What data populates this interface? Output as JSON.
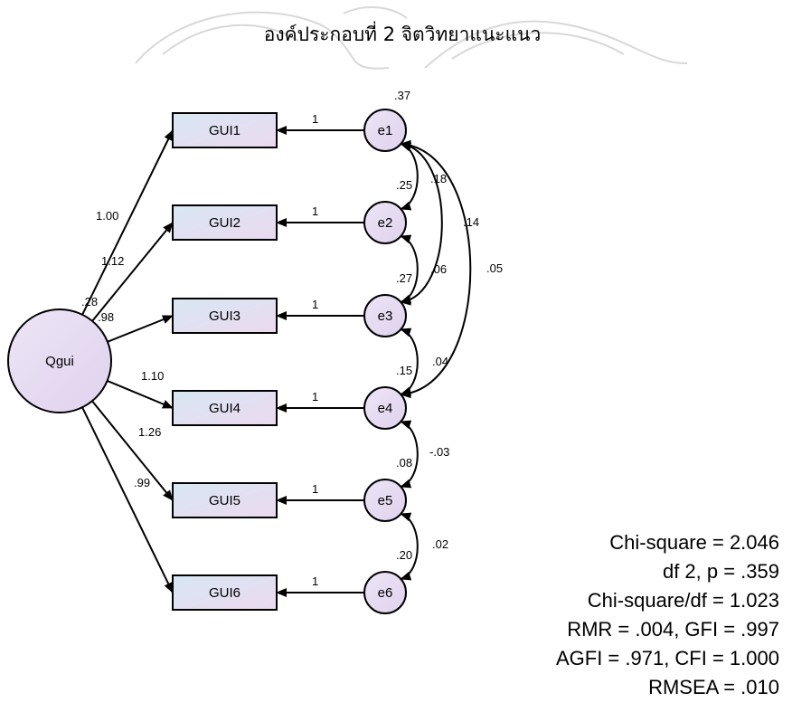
{
  "title": "องค์ประกอบที่ 2 จิตวิทยาแนะแนว",
  "latent": {
    "name": "Qgui",
    "variance": ".28"
  },
  "indicators": [
    {
      "name": "GUI1",
      "loading": "1.00"
    },
    {
      "name": "GUI2",
      "loading": "1.12"
    },
    {
      "name": "GUI3",
      "loading": ".98"
    },
    {
      "name": "GUI4",
      "loading": "1.10"
    },
    {
      "name": "GUI5",
      "loading": "1.26"
    },
    {
      "name": "GUI6",
      "loading": ".99"
    }
  ],
  "errors": [
    {
      "name": "e1",
      "variance": ".37",
      "path_label": "1"
    },
    {
      "name": "e2",
      "variance": ".25",
      "path_label": "1"
    },
    {
      "name": "e3",
      "variance": ".27",
      "path_label": "1"
    },
    {
      "name": "e4",
      "variance": ".15",
      "path_label": "1"
    },
    {
      "name": "e5",
      "variance": ".08",
      "path_label": "1"
    },
    {
      "name": "e6",
      "variance": ".20",
      "path_label": "1"
    }
  ],
  "covariances": [
    {
      "from": "e1",
      "to": "e2",
      "value": ".18"
    },
    {
      "from": "e2",
      "to": "e3",
      "value": ".06"
    },
    {
      "from": "e1",
      "to": "e3",
      "value": ".14"
    },
    {
      "from": "e1",
      "to": "e4",
      "value": ".05"
    },
    {
      "from": "e3",
      "to": "e4",
      "value": ".04"
    },
    {
      "from": "e4",
      "to": "e5",
      "value": "-.03"
    },
    {
      "from": "e5",
      "to": "e6",
      "value": ".02"
    }
  ],
  "fit": [
    "Chi-square = 2.046",
    "df 2, p = .359",
    "Chi-square/df = 1.023",
    "RMR = .004, GFI = .997",
    "AGFI = .971, CFI = 1.000",
    "RMSEA = .010"
  ],
  "colors": {
    "box_fill_start": "#d7e7f3",
    "box_fill_end": "#ecd9f0",
    "circle_fill": "#e7dcf2",
    "line": "#000000"
  }
}
